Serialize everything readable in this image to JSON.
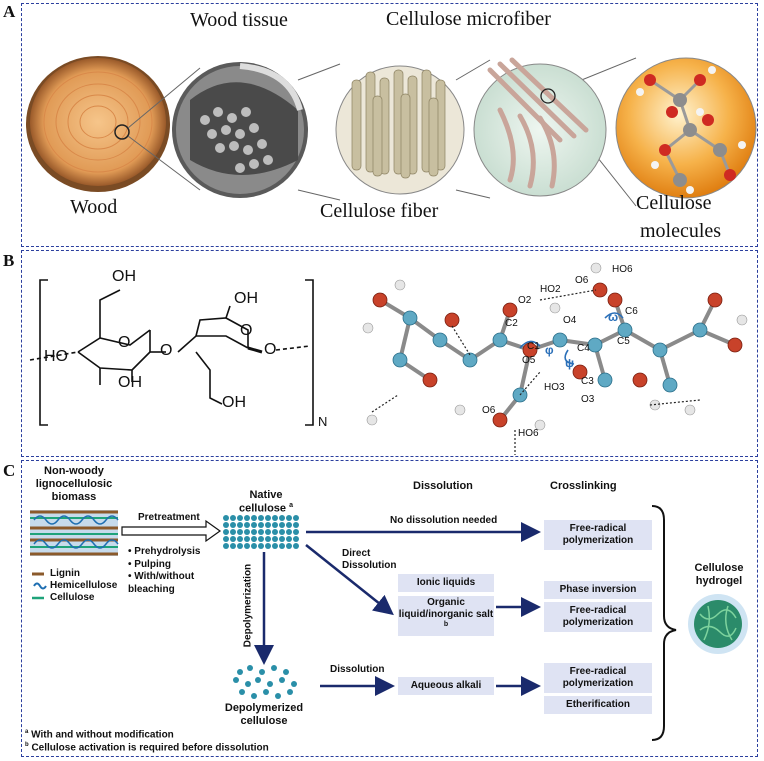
{
  "panel_a": {
    "label": "A",
    "wood_tissue": "Wood tissue",
    "microfiber": "Cellulose microfiber",
    "wood": "Wood",
    "fiber": "Cellulose fiber",
    "molecules_1": "Cellulose",
    "molecules_2": "molecules"
  },
  "panel_b": {
    "label": "B",
    "oh_top1": "OH",
    "oh_top2": "OH",
    "ho_left": "HO",
    "o_bridge": "O",
    "o_ring1": "O",
    "o_ring2": "O",
    "o_end": "O",
    "oh_mid": "OH",
    "oh_bottom": "OH",
    "oh_right": "OH",
    "n_sub": "N",
    "ho6_top": "HO6",
    "o6_top": "O6",
    "ho2": "HO2",
    "o2": "O2",
    "c2": "C2",
    "o4": "O4",
    "c6": "C6",
    "c1": "C1",
    "phi": "φ",
    "omega": "ω",
    "c4": "C4",
    "c5": "C5",
    "o5": "O5",
    "psi": "ψ",
    "ho3": "HO3",
    "c3": "C3",
    "o3": "O3",
    "o6_bot": "O6",
    "ho6_bot": "HO6"
  },
  "panel_c": {
    "label": "C",
    "biomass_title": "Non-woody lignocellulosic biomass",
    "legend_lignin": "Lignin",
    "legend_hemicellulose": "Hemicellulose",
    "legend_cellulose": "Cellulose",
    "pretreatment": "Pretreatment",
    "pretreatment_steps": [
      "Prehydrolysis",
      "Pulping",
      "With/without bleaching"
    ],
    "native_cellulose": "Native cellulose",
    "native_sup": "a",
    "depolymerization": "Depolymerization",
    "depolymerized": "Depolymerized cellulose",
    "col_dissolution": "Dissolution",
    "col_crosslinking": "Crosslinking",
    "no_dissolution": "No dissolution needed",
    "direct_dissolution": "Direct Dissolution",
    "dissolution_low": "Dissolution",
    "ionic_liquids": "Ionic liquids",
    "organic_salt": "Organic liquid/inorganic salt",
    "organic_sup": "b",
    "aqueous_alkali": "Aqueous alkali",
    "cross_free_radical_1": "Free-radical polymerization",
    "cross_phase_inversion": "Phase inversion",
    "cross_free_radical_2": "Free-radical polymerization",
    "cross_free_radical_3": "Free-radical polymerization",
    "cross_etherification": "Etherification",
    "hydrogel": "Cellulose hydrogel",
    "footnote_a_sup": "a",
    "footnote_a": "With and without modification",
    "footnote_b_sup": "b",
    "footnote_b": "Cellulose activation is required before dissolution"
  },
  "colors": {
    "border": "#2b3f9e",
    "arrow": "#1a2a6c",
    "box": "#dfe3f3",
    "lignin": "#8b5a2b",
    "hemicellulose": "#1f6fb2",
    "cellulose": "#1fa37a",
    "oxygen": "#c8422a",
    "carbon": "#6fb2c9"
  }
}
